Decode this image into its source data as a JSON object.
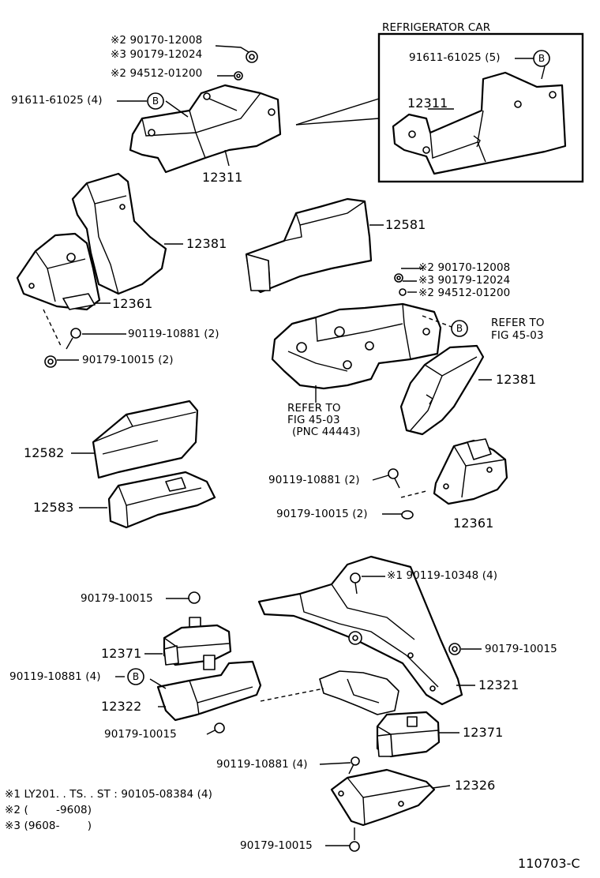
{
  "refrigerator_box_title": "REFRIGERATOR CAR",
  "circle_marker": "B",
  "labels": {
    "top_note1": "※2 90170-12008",
    "top_note2": "※3 90179-12024",
    "top_note3": "※2 94512-01200",
    "bolt_b_left": "91611-61025 (4)",
    "bracket_top": "12311",
    "ref_bolt_b": "91611-61025 (5)",
    "ref_bracket": "12311",
    "insulator_left": "12381",
    "mount_left": "12361",
    "bolt_left": "90119-10881 (2)",
    "nut_left": "90179-10015 (2)",
    "cover_12581": "12581",
    "mid_note1": "※2 90170-12008",
    "mid_note2": "※3 90179-12024",
    "mid_note3": "※2 94512-01200",
    "refer_right_1": "REFER TO",
    "refer_right_2": "FIG 45-03",
    "refer_mid_1": "REFER TO",
    "refer_mid_2": "FIG 45-03",
    "refer_mid_3": "(PNC 44443)",
    "insulator_right": "12381",
    "pad_12582": "12582",
    "pad_12583": "12583",
    "bolt_right": "90119-10881 (2)",
    "nut_right": "90179-10015 (2)",
    "mount_right": "12361",
    "bolt_rear_top": "※1 90119-10348 (4)",
    "nut_rear_left": "90179-10015",
    "nut_rear_right": "90179-10015",
    "mount_rear_left": "12371",
    "bolt_b_rear": "90119-10881 (4)",
    "bracket_rear_left": "12322",
    "nut_rear_left_bottom": "90179-10015",
    "crossmember": "12321",
    "mount_rear_right": "12371",
    "bolt_rear_bottom": "90119-10881 (4)",
    "bracket_rear_right": "12326",
    "nut_rear_bottom": "90179-10015",
    "footnote1": "※1 LY201. . TS. . ST : 90105-08384 (4)",
    "footnote2": "※2 (        -9608)",
    "footnote3": "※3 (9608-        )",
    "figure_code": "110703-C"
  }
}
